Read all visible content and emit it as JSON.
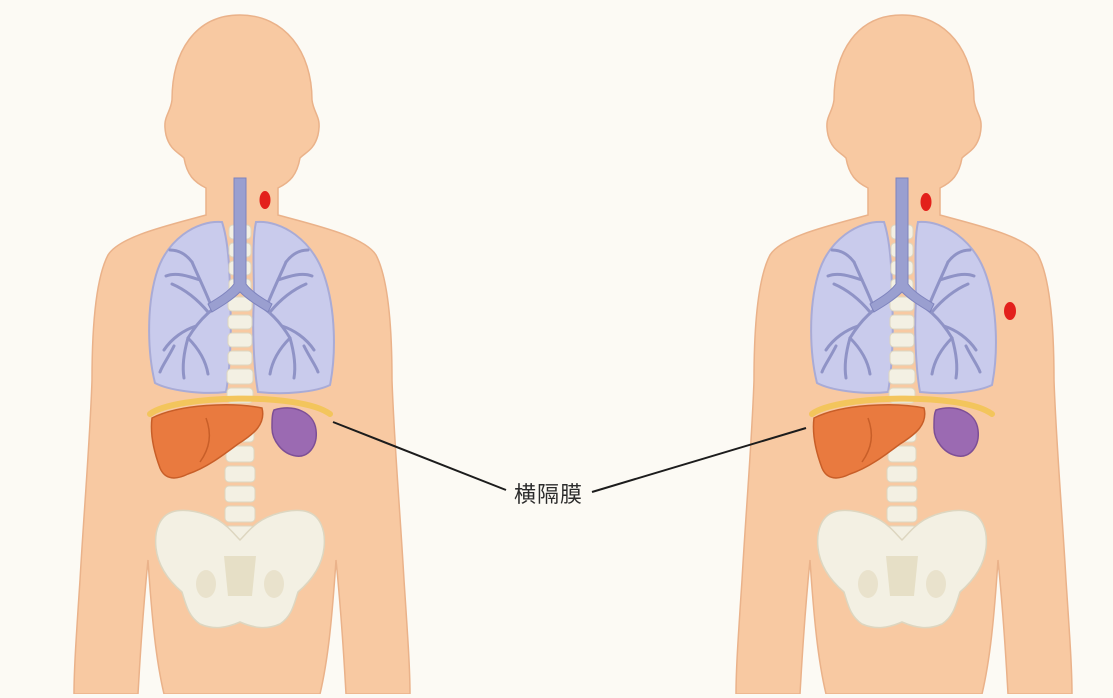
{
  "diagram": {
    "label": "横隔膜",
    "colors": {
      "background": "#fcfaf4",
      "skin": "#f8c9a2",
      "skin_edge": "#eab28a",
      "lung": "#c9cbec",
      "lung_edge": "#a9abd6",
      "bronchi": "#8f93c6",
      "trachea": "#9a9fd0",
      "liver": "#e97a3f",
      "spleen": "#9b6ab2",
      "diaphragm": "#f3c55c",
      "bone": "#f3f0e3",
      "pain_point": "#e3201b"
    },
    "figures": [
      {
        "pain_points": 1
      },
      {
        "pain_points": 2
      }
    ]
  }
}
